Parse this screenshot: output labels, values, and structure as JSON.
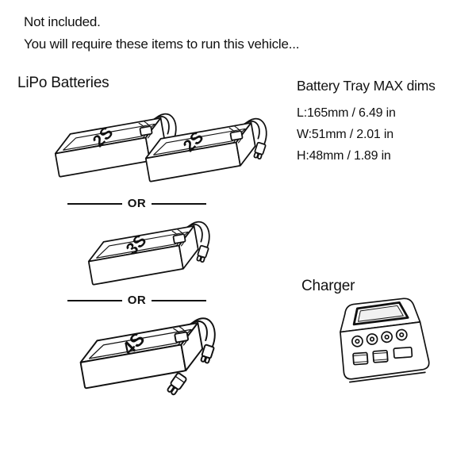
{
  "page": {
    "background_color": "#ffffff",
    "line_color": "#111111"
  },
  "header": {
    "line1": "Not included.",
    "line2": "You will require these items to run this vehicle..."
  },
  "lipo": {
    "title": "LiPo Batteries",
    "or_label": "OR",
    "battery_labels": [
      "2S",
      "2S",
      "3S",
      "4S"
    ]
  },
  "tray": {
    "title": "Battery Tray MAX dims",
    "dims": [
      "L:165mm / 6.49 in",
      "W:51mm / 2.01 in",
      "H:48mm / 1.89 in"
    ]
  },
  "charger": {
    "title": "Charger"
  },
  "icons": {
    "battery": "lipo-battery-illustration",
    "connector": "bullet-connector-illustration",
    "charger": "charger-illustration"
  }
}
